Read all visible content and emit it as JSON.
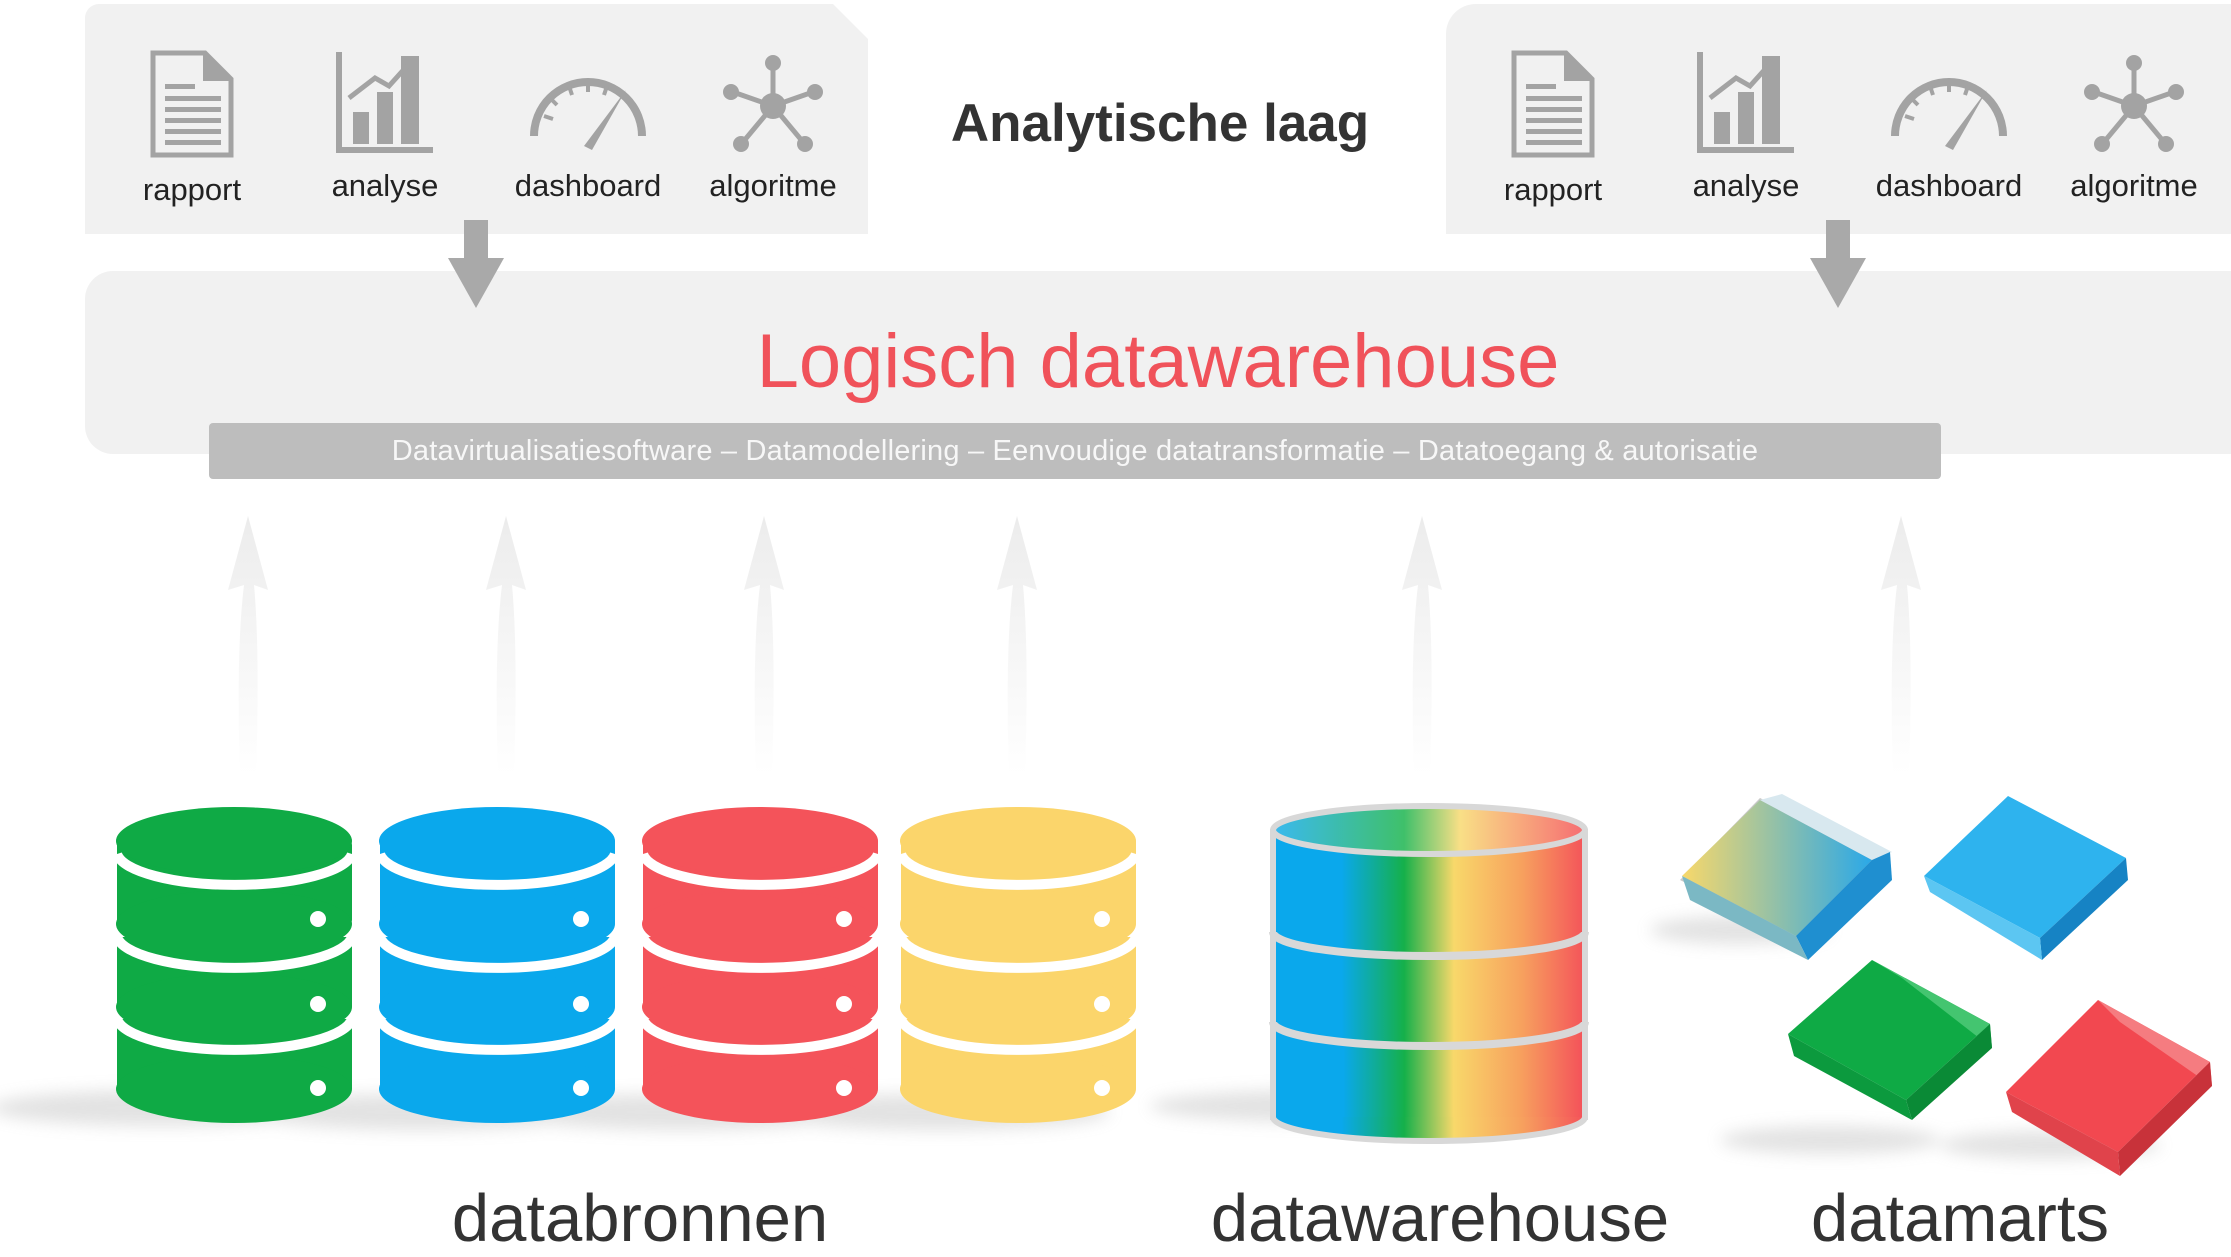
{
  "analytics_layer": {
    "title": "Analytische laag",
    "left_tools": [
      {
        "label": "rapport",
        "icon": "report-document-icon"
      },
      {
        "label": "analyse",
        "icon": "bar-chart-icon"
      },
      {
        "label": "dashboard",
        "icon": "gauge-icon"
      },
      {
        "label": "algoritme",
        "icon": "network-node-icon"
      }
    ],
    "right_tools": [
      {
        "label": "rapport",
        "icon": "report-document-icon"
      },
      {
        "label": "analyse",
        "icon": "bar-chart-icon"
      },
      {
        "label": "dashboard",
        "icon": "gauge-icon"
      },
      {
        "label": "algoritme",
        "icon": "network-node-icon"
      }
    ]
  },
  "logical_dwh": {
    "title": "Logisch datawarehouse",
    "components": "Datavirtualisatiesoftware – Datamodellering – Eenvoudige datatransformatie – Datatoegang & autorisatie"
  },
  "sources": {
    "databronnen_label": "databronnen",
    "datawarehouse_label": "datawarehouse",
    "datamarts_label": "datamarts"
  },
  "colors": {
    "accent_red": "#f0525a",
    "panel_gray": "#f1f1f1",
    "icon_gray": "#9e9e9e",
    "db_green": "#0faa45",
    "db_blue": "#0aa8ec",
    "db_red": "#f4535a",
    "db_yellow": "#fbd56b"
  }
}
